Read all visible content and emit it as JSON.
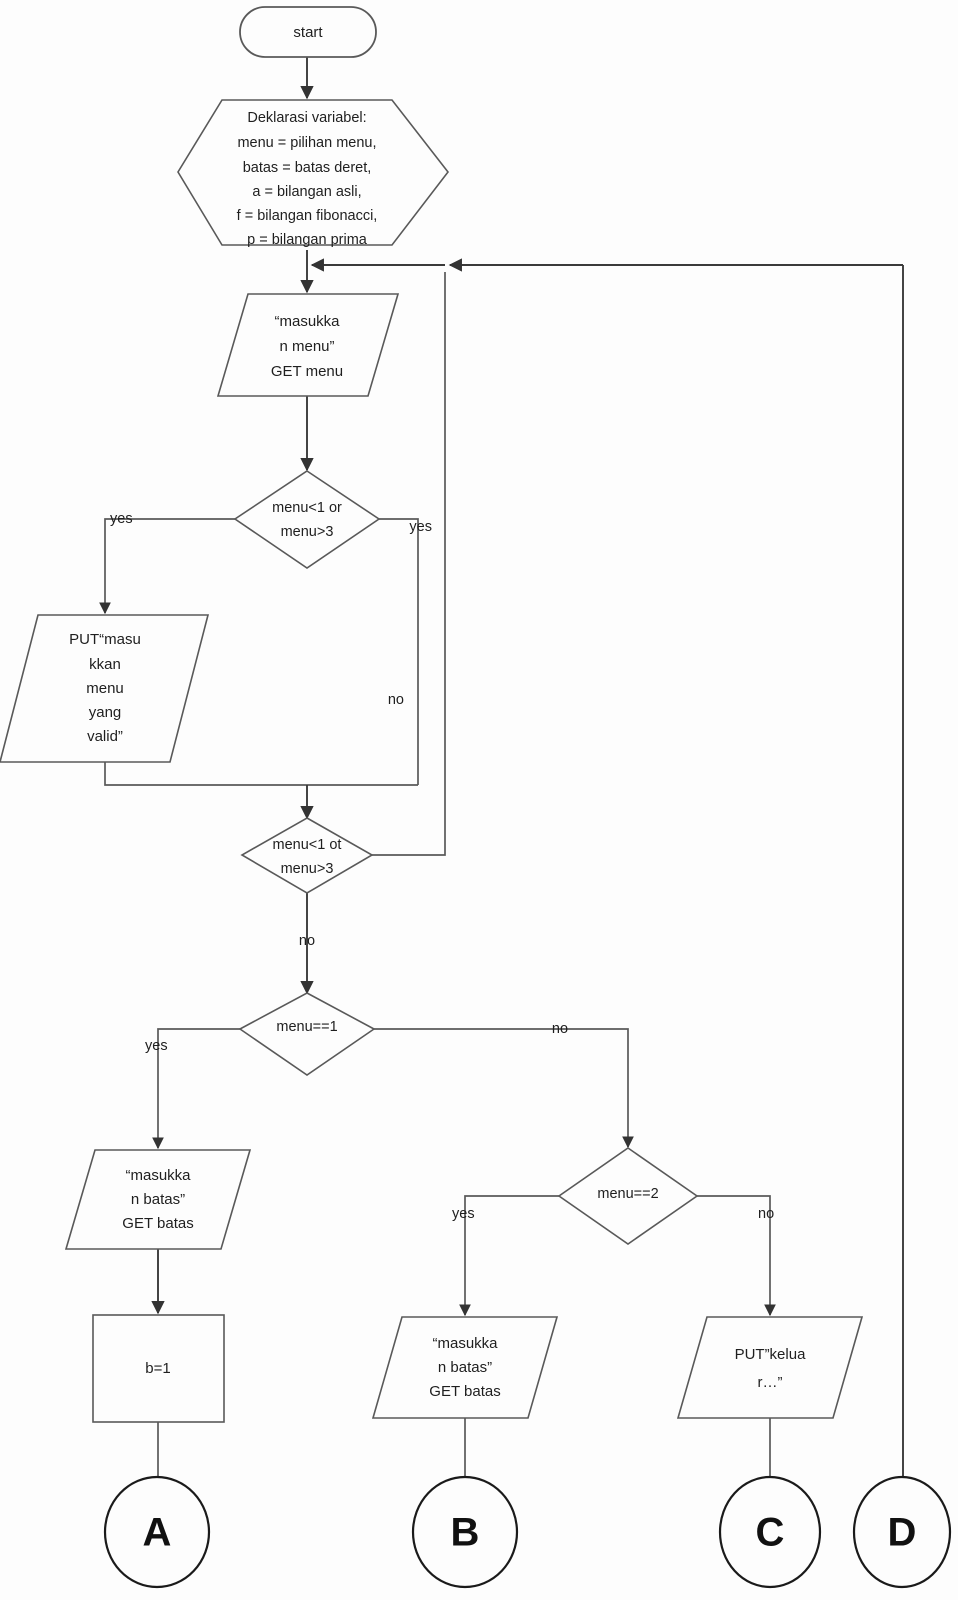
{
  "diagram": {
    "title": "Flowchart menu deret bilangan",
    "type": "flowchart",
    "background_color": "#fdfdfd",
    "line_color": "#595959",
    "text_color": "#1f1f1f"
  },
  "nodes": {
    "start": {
      "shape": "terminator",
      "label": "start"
    },
    "declare": {
      "shape": "hexagon",
      "line1": "Deklarasi variabel:",
      "line2": "menu = pilihan menu,",
      "line3": "batas = batas deret,",
      "line4": "a = bilangan asli,",
      "line5": "f = bilangan fibonacci,",
      "line6": "p = bilangan prima"
    },
    "input_menu": {
      "shape": "parallelogram",
      "line1": "“masukka",
      "line2": "n menu”",
      "line3": "GET menu"
    },
    "decision_menu_range_1": {
      "shape": "diamond",
      "line1": "menu<1 or",
      "line2": "menu>3"
    },
    "put_invalid": {
      "shape": "parallelogram",
      "line1": "PUT“masu",
      "line2": "kkan",
      "line3": "menu",
      "line4": "yang",
      "line5": "valid”"
    },
    "decision_menu_range_2": {
      "shape": "diamond",
      "line1": "menu<1 ot",
      "line2": "menu>3"
    },
    "decision_menu_eq_1": {
      "shape": "diamond",
      "line1": "menu==1"
    },
    "input_batas_1": {
      "shape": "parallelogram",
      "line1": "“masukka",
      "line2": "n batas”",
      "line3": "GET batas"
    },
    "process_b_assign": {
      "shape": "rectangle",
      "line1": "b=1"
    },
    "decision_menu_eq_2": {
      "shape": "diamond",
      "line1": "menu==2"
    },
    "input_batas_2": {
      "shape": "parallelogram",
      "line1": "“masukka",
      "line2": "n batas”",
      "line3": "GET batas"
    },
    "put_keluar": {
      "shape": "parallelogram",
      "line1": "PUT”kelua",
      "line2": "r…”"
    },
    "connector_a": {
      "shape": "circle",
      "label": "A"
    },
    "connector_b": {
      "shape": "circle",
      "label": "B"
    },
    "connector_c": {
      "shape": "circle",
      "label": "C"
    },
    "connector_d": {
      "shape": "circle",
      "label": "D"
    }
  },
  "edge_labels": {
    "range1_yes": "yes",
    "range1_no": "no",
    "loopback_yes": "yes",
    "range2_no": "no",
    "eq1_yes": "yes",
    "eq1_no": "no",
    "eq2_yes": "yes",
    "eq2_no": "no"
  }
}
